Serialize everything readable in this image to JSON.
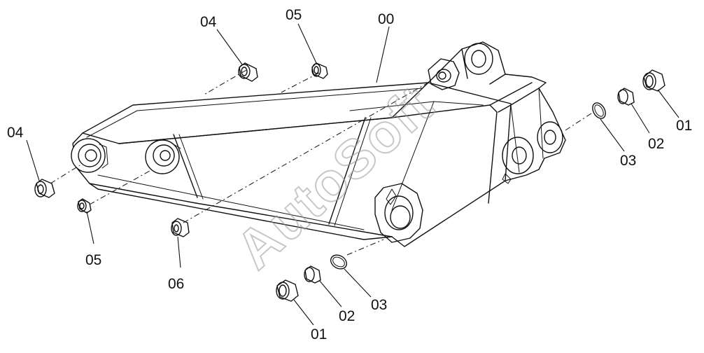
{
  "watermark": "AutoSoft",
  "callouts": {
    "c00": "00",
    "c04_top": "04",
    "c05_top": "05",
    "c04_left": "04",
    "c05_left": "05",
    "c06": "06",
    "c01_right": "01",
    "c02_right": "02",
    "c03_right": "03",
    "c01_bottom": "01",
    "c02_bottom": "02",
    "c03_bottom": "03"
  }
}
